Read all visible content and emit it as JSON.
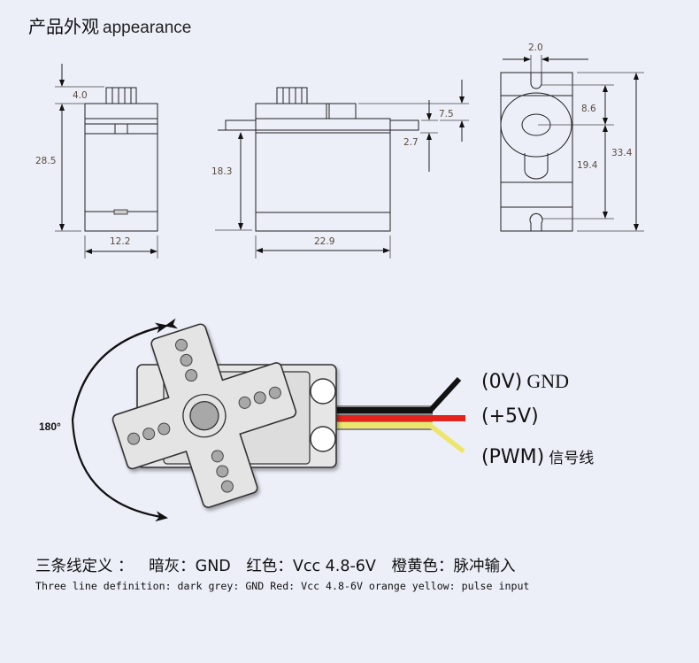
{
  "title": {
    "cn": "产品外观",
    "en": "appearance"
  },
  "dimensions": {
    "front_view": {
      "horn_height": "4.0",
      "body_height": "28.5",
      "width": "12.2"
    },
    "side_view": {
      "height_below_flange": "18.3",
      "length": "22.9",
      "flange_thickness": "2.7",
      "top_height": "7.5"
    },
    "top_view": {
      "slot_width": "2.0",
      "hole_to_shaft": "8.6",
      "shaft_to_hole": "19.4",
      "total_length": "33.4"
    }
  },
  "rotation": {
    "angle_label": "180°"
  },
  "wires": [
    {
      "color_name": "black",
      "color": "#111111",
      "voltage": "(0V)",
      "label": "GND"
    },
    {
      "color_name": "red",
      "color": "#E3231C",
      "voltage": "(+5V)",
      "label": ""
    },
    {
      "color_name": "yellow",
      "color": "#EDE66A",
      "voltage": "(PWM)",
      "label": "信号线"
    }
  ],
  "colors": {
    "background": "#ECEFF8",
    "servo_body": "#E6E6E6",
    "horn": "#E4E4E4",
    "horn_hole": "#A8A8A8"
  },
  "definition": {
    "cn": {
      "intro": "三条线定义 ：",
      "gnd": "暗灰：GND",
      "red": "红色：Vcc 4.8-6V",
      "orange": "橙黄色：脉冲输入"
    },
    "en": "Three line definition: dark grey: GND Red: Vcc 4.8-6V orange yellow: pulse input"
  }
}
